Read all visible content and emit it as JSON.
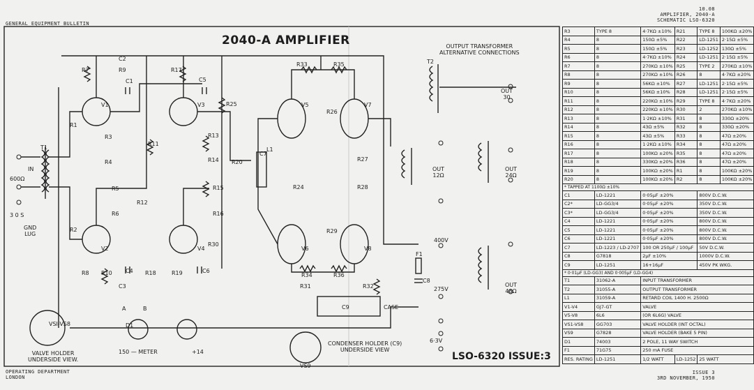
{
  "header": {
    "left": "GENERAL EQUIPMENT BULLETIN",
    "right_page": "10.08",
    "right_title": "AMPLIFIER, 2040-A",
    "right_sub": "SCHEMATIC LSO-6320"
  },
  "footer": {
    "left_1": "OPERATING DEPARTMENT",
    "left_2": "LONDON",
    "right_1": "ISSUE 3",
    "right_2": "3RD NOVEMBER, 1950"
  },
  "title": "2040-A AMPLIFIER",
  "drawing_no": "LSO-6320 ISSUE:3",
  "notes": {
    "output_transformer": "OUTPUT TRANSFORMER\nALTERNATIVE CONNECTIONS",
    "valve_holder": "VALVE HOLDER\nUNDERSIDE VIEW.",
    "vsi_vs8": "VSI-VS8",
    "condenser_holder": "CONDENSER HOLDER (C9)\nUNDERSIDE VIEW",
    "vs9": "VS9",
    "meter": "150 — METER",
    "case": "CASE",
    "gnd": "GND\nLUG",
    "in": "IN",
    "ohm600": "600Ω",
    "out30": "OUT\n30",
    "out12": "OUT\n12Ω",
    "out24": "OUT\n24Ω",
    "out48": "OUT\n48Ω",
    "v400": "400V",
    "v275": "275V",
    "v63": "6·3V",
    "a": "A",
    "b": "B",
    "p14": "+14",
    "gain": "3 0 S"
  },
  "labels": {
    "valves": [
      "V1",
      "V2",
      "V3",
      "V4",
      "V5",
      "V6",
      "V7",
      "V8"
    ],
    "resistors_top": [
      "R7",
      "R9",
      "R17",
      "R33",
      "R35",
      "R25",
      "R26",
      "R27",
      "R20",
      "R21",
      "R22",
      "R23",
      "R24",
      "R28",
      "R29",
      "R30",
      "R31",
      "R32",
      "R34",
      "R36"
    ],
    "caps": [
      "C1",
      "C2",
      "C3",
      "C4",
      "C5",
      "C6",
      "C7",
      "C8",
      "C9"
    ],
    "other": [
      "R1",
      "R2",
      "R3",
      "R4",
      "R5",
      "R6",
      "R8",
      "R10",
      "R11",
      "R12",
      "R13",
      "R14",
      "R15",
      "R16",
      "R18",
      "R19",
      "T1",
      "T2",
      "L1",
      "F1",
      "D1"
    ]
  },
  "components_table": {
    "resistors": [
      [
        "R3",
        "TYPE 8",
        "4·7KΩ ±10%",
        "R21",
        "TYPE 8",
        "100KΩ ±20%"
      ],
      [
        "R4",
        "8",
        "150Ω ±5%",
        "R22",
        "LD-1251",
        "2·15Ω ±5%"
      ],
      [
        "R5",
        "8",
        "150Ω ±5%",
        "R23",
        "LD-1252",
        "130Ω ±5%"
      ],
      [
        "R6",
        "8",
        "4·7KΩ ±10%",
        "R24",
        "LD-1251",
        "2·15Ω ±5%"
      ],
      [
        "R7",
        "8",
        "270KΩ ±10%",
        "R25",
        "TYPE 2",
        "270KΩ ±10%"
      ],
      [
        "R8",
        "8",
        "270KΩ ±10%",
        "R26",
        "8",
        "4·7KΩ ±20%"
      ],
      [
        "R9",
        "8",
        "56KΩ ±10%",
        "R27",
        "LD-1251",
        "2·15Ω ±5%"
      ],
      [
        "R10",
        "8",
        "56KΩ ±10%",
        "R28",
        "LD-1251",
        "2·15Ω ±5%"
      ],
      [
        "R11",
        "8",
        "220KΩ ±10%",
        "R29",
        "TYPE 8",
        "4·7KΩ ±20%"
      ],
      [
        "R12",
        "8",
        "220KΩ ±10%",
        "R30",
        "2",
        "270KΩ ±10%"
      ],
      [
        "R13",
        "8",
        "1·2KΩ ±10%",
        "R31",
        "8",
        "330Ω ±20%"
      ],
      [
        "R14",
        "8",
        "43Ω ±5%",
        "R32",
        "8",
        "330Ω ±20%"
      ],
      [
        "R15",
        "8",
        "43Ω ±5%",
        "R33",
        "8",
        "47Ω ±20%"
      ],
      [
        "R16",
        "8",
        "1·2KΩ ±10%",
        "R34",
        "8",
        "47Ω ±20%"
      ],
      [
        "R17",
        "8",
        "100KΩ ±20%",
        "R35",
        "8",
        "47Ω ±20%"
      ],
      [
        "R18",
        "8",
        "330KΩ ±20%",
        "R36",
        "8",
        "47Ω ±20%"
      ],
      [
        "R19",
        "8",
        "100KΩ ±20%",
        "R1",
        "8",
        "100KΩ ±20%"
      ],
      [
        "R20",
        "8",
        "100KΩ ±20%",
        "R2",
        "8",
        "100KΩ ±20%"
      ]
    ],
    "tapped_note": "* TAPPED AT 1100Ω ±10%",
    "capacitors": [
      [
        "C1",
        "LD-1221",
        "0·05µF ±20%",
        "800V D.C.W."
      ],
      [
        "C2*",
        "LD-GG3/4",
        "0·05µF ±20%",
        "350V D.C.W."
      ],
      [
        "C3*",
        "LD-GG3/4",
        "0·05µF ±20%",
        "350V D.C.W."
      ],
      [
        "C4",
        "LD-1221",
        "0·05µF ±20%",
        "800V D.C.W."
      ],
      [
        "C5",
        "LD-1221",
        "0·05µF ±20%",
        "800V D.C.W."
      ],
      [
        "C6",
        "LD-1221",
        "0·05µF ±20%",
        "800V D.C.W."
      ],
      [
        "C7",
        "LD-1223 / LD-2707",
        "100 OR 250µF / 100µF",
        "50V D.C.W."
      ],
      [
        "C8",
        "G7818",
        "2µF ±10%",
        "1000V D.C.W."
      ],
      [
        "C9",
        "LD-1251",
        "16+16µF",
        "450V PK WKG."
      ]
    ],
    "cap_note": "* 0·01µF (LD-GG3) AND 0·005µF (LD-GG4)",
    "parts": [
      [
        "T1",
        "31062-A",
        "INPUT TRANSFORMER"
      ],
      [
        "T2",
        "31055-A",
        "OUTPUT TRANSFORMER"
      ],
      [
        "L1",
        "31059-A",
        "RETARD COIL 1400 H. 2500Ω"
      ],
      [
        "V1-V4",
        "GJ7-GT",
        "VALVE"
      ],
      [
        "V5-V8",
        "6L6",
        "(OR 6L6G) VALVE"
      ],
      [
        "VS1-VS8",
        "GG703",
        "VALVE HOLDER (INT OCTAL)"
      ],
      [
        "VS9",
        "G7828",
        "VALVE HOLDER (BAKE 5 PIN)"
      ],
      [
        "D1",
        "74003",
        "2 POLE, 11 WAY SWITCH"
      ],
      [
        "F1",
        "71G75",
        "250 mA FUSE"
      ]
    ],
    "rating": [
      "RES. RATING",
      "LD-1251",
      "1/2 WATT",
      "LD-1252",
      "25 WATT"
    ]
  }
}
